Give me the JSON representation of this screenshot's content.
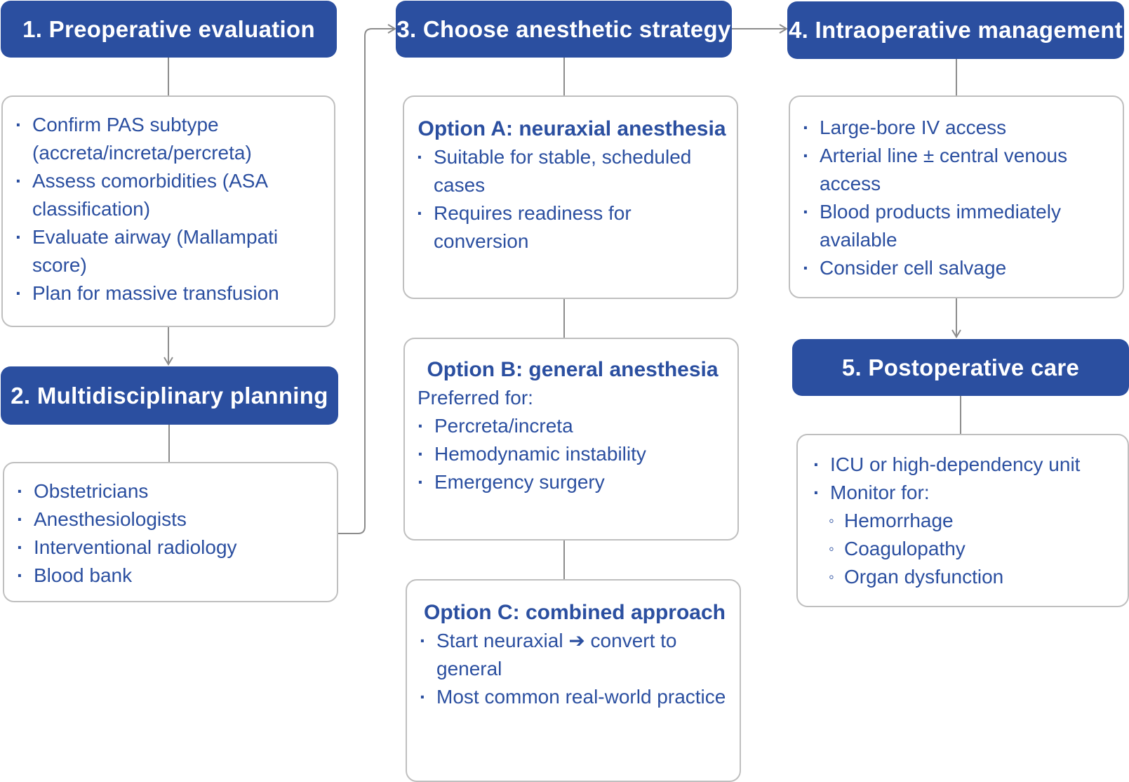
{
  "colors": {
    "header_bg": "#2b4fa0",
    "header_text": "#ffffff",
    "text": "#2b4fa0",
    "border": "#bfbfbf",
    "connector": "#8c8c8c"
  },
  "step1": {
    "title": "1. Preoperative evaluation",
    "items": [
      "Confirm PAS subtype (accreta/increta/percreta)",
      "Assess comorbidities (ASA classification)",
      "Evaluate airway (Mallampati score)",
      "Plan for massive transfusion"
    ]
  },
  "step2": {
    "title": "2. Multidisciplinary planning",
    "items": [
      "Obstetricians",
      "Anesthesiologists",
      "Interventional radiology",
      "Blood bank"
    ]
  },
  "step3": {
    "title": "3. Choose anesthetic strategy",
    "option_a": {
      "title": "Option A: neuraxial anesthesia",
      "items": [
        "Suitable for stable, scheduled cases",
        "Requires readiness for conversion"
      ]
    },
    "option_b": {
      "title": "Option B: general anesthesia",
      "lead": "Preferred for:",
      "items": [
        "Percreta/increta",
        "Hemodynamic instability",
        "Emergency surgery"
      ]
    },
    "option_c": {
      "title": "Option C: combined approach",
      "items": [
        "Start neuraxial ➔ convert to general",
        "Most common real-world practice"
      ]
    }
  },
  "step4": {
    "title": "4. Intraoperative management",
    "items": [
      "Large-bore IV access",
      "Arterial line ± central venous access",
      "Blood products immediately available",
      "Consider cell salvage"
    ]
  },
  "step5": {
    "title": "5. Postoperative care",
    "items": [
      "ICU or high-dependency unit",
      "Monitor for:"
    ],
    "subitems": [
      "Hemorrhage",
      "Coagulopathy",
      "Organ dysfunction"
    ]
  }
}
